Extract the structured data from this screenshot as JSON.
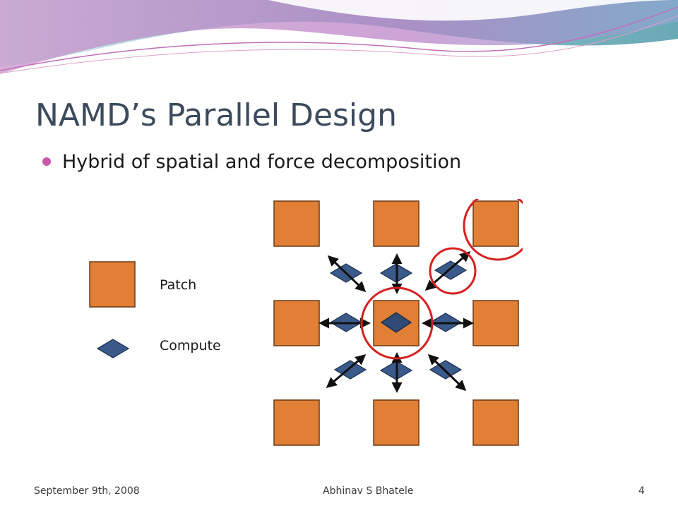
{
  "slide": {
    "title": "NAMD’s Parallel Design",
    "bullets": [
      "Hybrid of spatial and force decomposition"
    ]
  },
  "legend": {
    "patch_label": "Patch",
    "compute_label": "Compute"
  },
  "colors": {
    "patch": "#e07f35",
    "compute": "#3a5a8c",
    "highlight": "#d62020",
    "arrow": "#111111",
    "bullet": "#c85aa6"
  },
  "footer": {
    "date": "September 9th, 2008",
    "author": "Abhinav S Bhatele",
    "page_number": "4"
  }
}
